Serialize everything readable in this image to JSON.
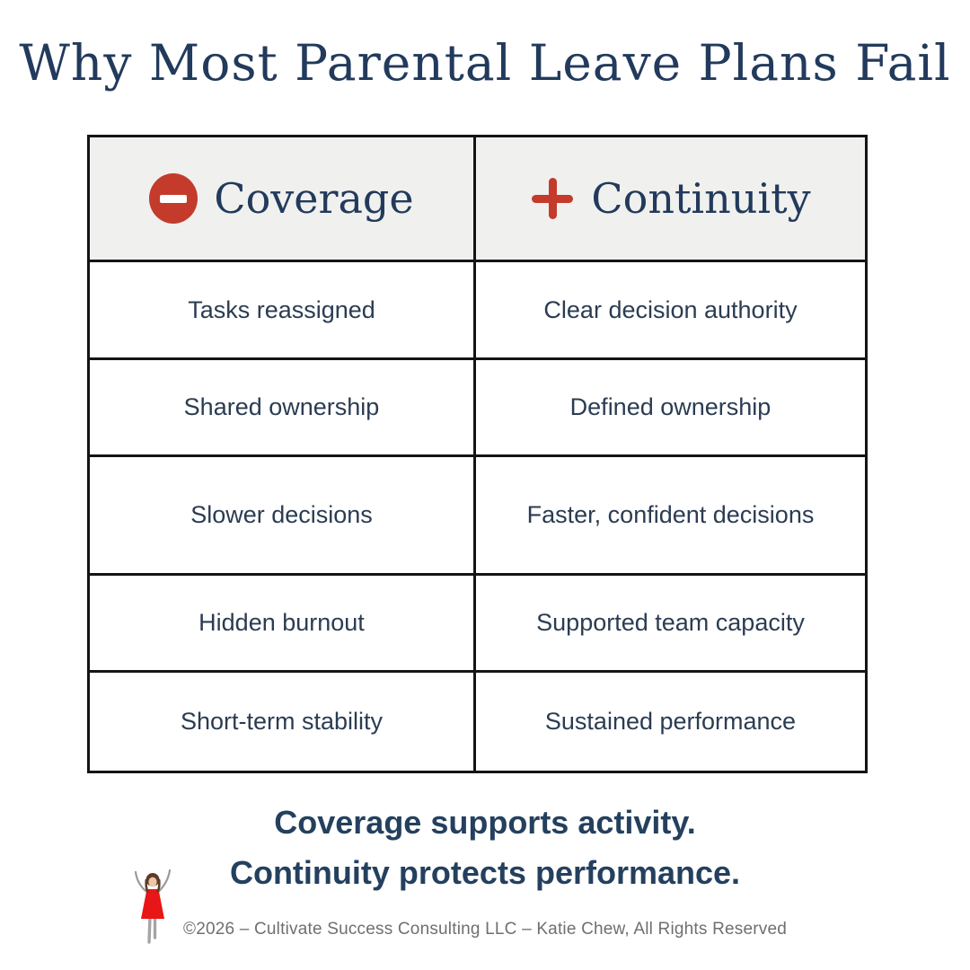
{
  "page": {
    "title": "Why Most Parental Leave Plans Fail"
  },
  "table": {
    "header": {
      "left": {
        "icon": "minus-circle-icon",
        "label": "Coverage"
      },
      "right": {
        "icon": "plus-icon",
        "label": "Continuity"
      }
    },
    "rows": [
      {
        "coverage": "Tasks reassigned",
        "continuity": "Clear decision authority"
      },
      {
        "coverage": "Shared ownership",
        "continuity": "Defined ownership"
      },
      {
        "coverage": "Slower decisions",
        "continuity": "Faster, confident decisions"
      },
      {
        "coverage": "Hidden burnout",
        "continuity": "Supported team capacity"
      },
      {
        "coverage": "Short-term stability",
        "continuity": "Sustained performance"
      }
    ]
  },
  "tagline": {
    "line1": "Coverage supports activity.",
    "line2": "Continuity protects performance."
  },
  "footer": {
    "copyright": "©2026 – Cultivate Success Consulting LLC – Katie Chew, All Rights Reserved"
  },
  "icons": {
    "figure": "celebrating-woman-illustration"
  },
  "colors": {
    "navy_text": "#223a5c",
    "cell_text": "#2b3c52",
    "accent_red": "#c43b2b",
    "header_bg": "#f0f0ee",
    "table_border": "#141414",
    "footer_gray": "#6f6f6f",
    "figure_dress_red": "#e81616"
  }
}
